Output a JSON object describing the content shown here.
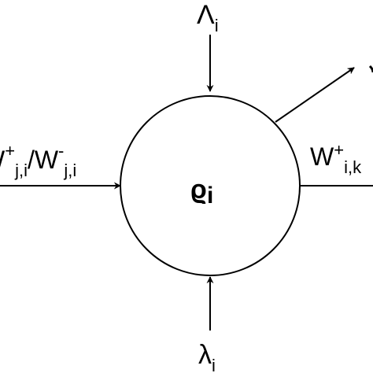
{
  "diagram": {
    "node": {
      "symbol": "ϱ",
      "subscript": "i"
    },
    "labels": {
      "top": {
        "base": "Λ",
        "sub": "i"
      },
      "bottom": {
        "base": "λ",
        "sub": "i"
      },
      "left": {
        "base": "W",
        "sup1": "+",
        "sub1": "j,i",
        "slash": "/",
        "base2": "W",
        "sup2": "-",
        "sub2": "j,i"
      },
      "right": {
        "base": "W",
        "sup": "+",
        "sub": "i,k"
      }
    },
    "colors": {
      "stroke": "#000000",
      "background": "#ffffff"
    }
  }
}
